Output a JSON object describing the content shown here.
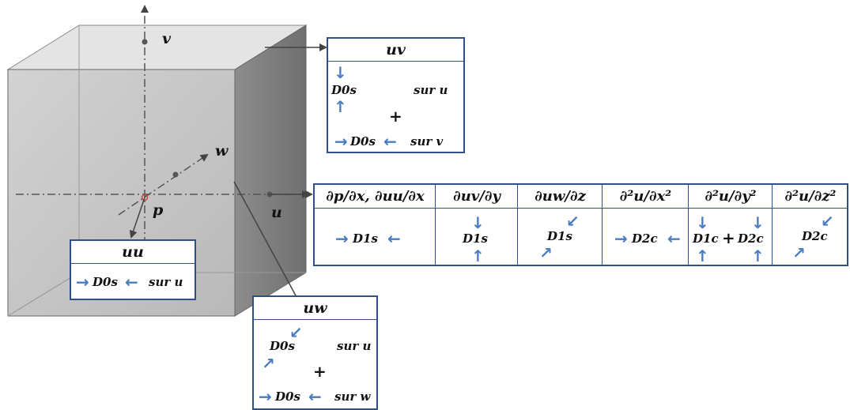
{
  "axes": {
    "v": "v",
    "w": "w",
    "u": "u",
    "p": "p"
  },
  "uv_box": {
    "title": "uv",
    "d_top": "D0s",
    "sur_top": "sur u",
    "plus": "+",
    "d_bottom": "D0s",
    "sur_bottom": "sur v"
  },
  "uu_box": {
    "title": "uu",
    "d": "D0s",
    "sur": "sur u"
  },
  "uw_box": {
    "title": "uw",
    "d_top": "D0s",
    "sur_top": "sur u",
    "plus": "+",
    "d_bottom": "D0s",
    "sur_bottom": "sur w"
  },
  "table": {
    "headers": [
      "∂p/∂x, ∂uu/∂x",
      "∂uv/∂y",
      "∂uw/∂z",
      "∂²u/∂x²",
      "∂²u/∂y²",
      "∂²u/∂z²"
    ],
    "cells": [
      "D1s",
      "D1s",
      "D1s",
      "D2c",
      "D1c",
      "D2c",
      "D2c"
    ],
    "plus": "+"
  },
  "colors": {
    "arrow_blue": "#4a7cc0",
    "border_navy": "#2f4f86",
    "cube_grey": "#c8c8c8"
  },
  "icons": [
    "arrow-right-icon",
    "arrow-left-icon",
    "arrow-up-icon",
    "arrow-down-icon",
    "arrow-diagonal-icon"
  ]
}
